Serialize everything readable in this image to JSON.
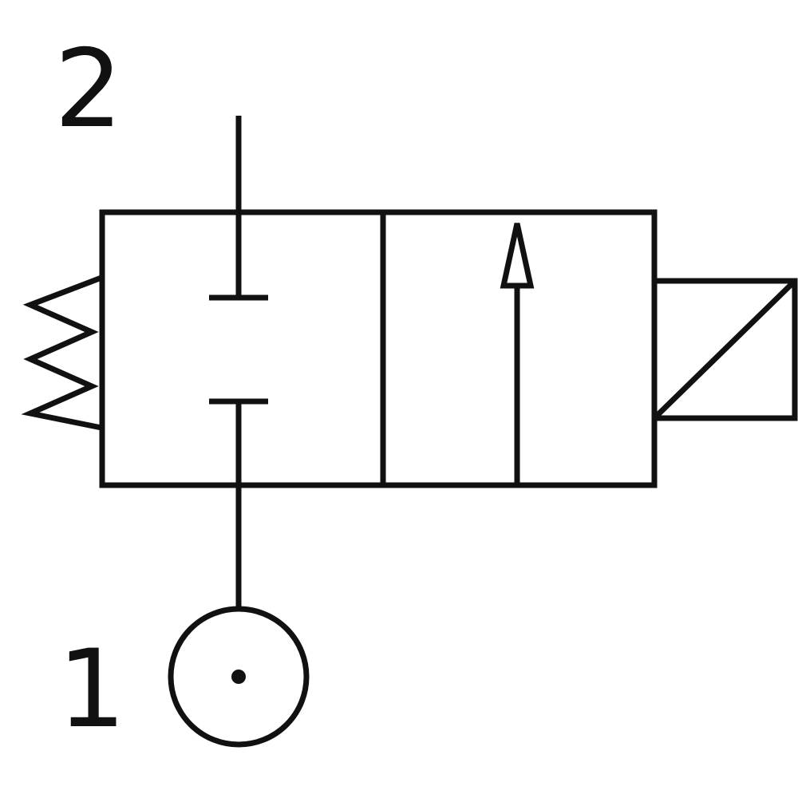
{
  "labels": {
    "port_top": "2",
    "port_bottom": "1"
  },
  "colors": {
    "line": "#111111",
    "background": "#ffffff"
  },
  "icons": {
    "spring-icon": "zigzag-polyline",
    "solenoid-icon": "rect-with-diagonal-line",
    "blocked-port-top-icon": "t-bar-crossline",
    "blocked-port-bottom-icon": "t-bar-crossline",
    "flow-arrow-icon": "open-triangle-arrow-up",
    "port-1-icon": "circle-with-center-dot"
  }
}
